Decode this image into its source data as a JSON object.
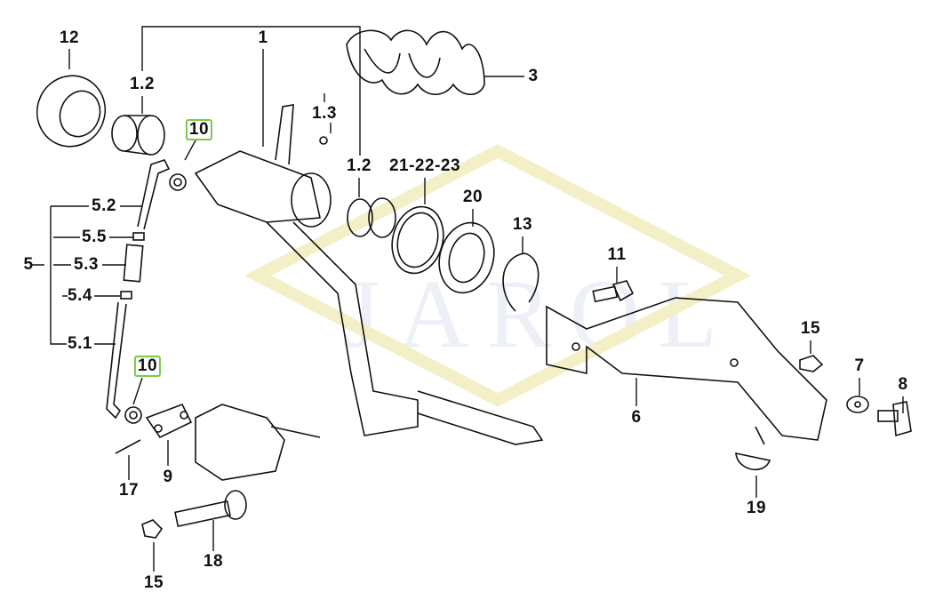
{
  "watermark": "JAROL",
  "colors": {
    "line": "#111111",
    "highlight": "#7ac943",
    "watermark": "#e9eef6"
  },
  "labels": {
    "p12": "12",
    "p1_2a": "1.2",
    "p1": "1",
    "p1_3": "1.3",
    "p3": "3",
    "p10a": "10",
    "p1_2b": "1.2",
    "p21_23": "21-22-23",
    "p20": "20",
    "p13": "13",
    "p11": "11",
    "p5_2": "5.2",
    "p5_5": "5.5",
    "p5": "5",
    "p5_3": "5.3",
    "p5_4": "5.4",
    "p5_1": "5.1",
    "p10b": "10",
    "p15a": "15",
    "p7": "7",
    "p8": "8",
    "p6": "6",
    "p9": "9",
    "p17": "17",
    "p19": "19",
    "p18": "18",
    "p15b": "15"
  }
}
